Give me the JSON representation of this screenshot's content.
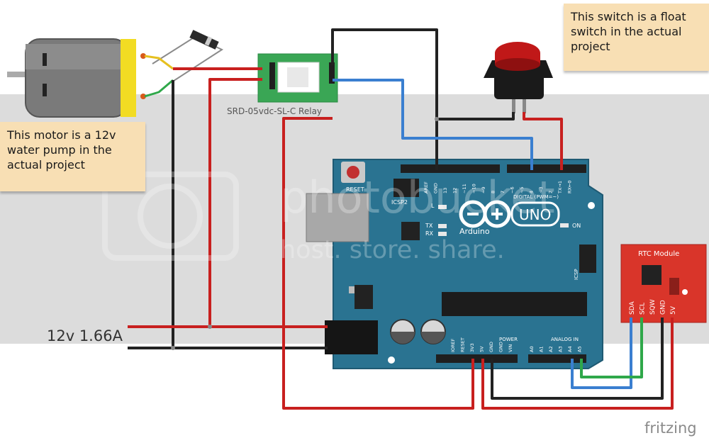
{
  "notes": {
    "float_switch": [
      "This switch is a float",
      "switch in the actual",
      "project"
    ],
    "motor": [
      "This motor is a 12v",
      "water pump in the",
      "actual project"
    ]
  },
  "labels": {
    "relay": "SRD-05vdc-SL-C Relay",
    "supply": "12v 1.66A",
    "brand": "fritzing"
  },
  "arduino": {
    "model": "UNO",
    "brand": "Arduino",
    "reset": "RESET",
    "icsp2": "ICSP2",
    "icsp": "ICSP",
    "on": "ON",
    "tx": "TX",
    "rx": "RX",
    "l": "L",
    "digital": "DIGITAL (PWM=~)",
    "power": "POWER",
    "analog_in": "ANALOG IN",
    "digital_pins": [
      "AREF",
      "GND",
      "13",
      "12",
      "~11",
      "~10",
      "~9",
      "8",
      "7",
      "~6",
      "~5",
      "4",
      "~3",
      "2",
      "TX→1",
      "RX←0"
    ],
    "power_pins": [
      "IOREF",
      "RESET",
      "3V3",
      "5V",
      "GND",
      "GND",
      "VIN"
    ],
    "analog_pins": [
      "A0",
      "A1",
      "A2",
      "A3",
      "A4",
      "A5"
    ]
  },
  "rtc": {
    "title": "RTC Module",
    "pins": [
      "SDA",
      "SCL",
      "SQW",
      "GND",
      "5V"
    ]
  },
  "watermark": {
    "text_top": "photobucket",
    "text_bottom": "host. store. share."
  },
  "colors": {
    "wire_red": "#c8201f",
    "wire_black": "#222222",
    "wire_blue": "#3a7fd0",
    "wire_green": "#2fa84a",
    "wire_yellow": "#e6c020",
    "board": "#2a7391",
    "rtc_board": "#d9352a",
    "relay_board": "#3aa655",
    "note_bg": "#f8dfb4"
  }
}
